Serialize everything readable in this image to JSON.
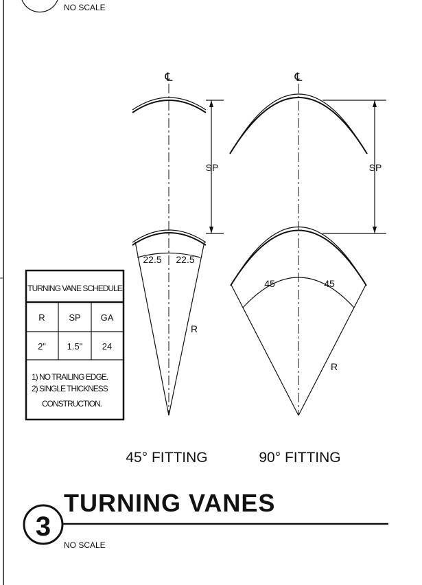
{
  "top_detail": {
    "scale_note": "NO SCALE"
  },
  "fitting_45": {
    "centerline": "℄",
    "dimension_sp": "SP",
    "angle_left": "22.5",
    "angle_right": "22.5",
    "radius": "R",
    "caption": "45° FITTING"
  },
  "fitting_90": {
    "centerline": "℄",
    "dimension_sp": "SP",
    "angle_left": "45",
    "angle_right": "45",
    "radius": "R",
    "caption": "90° FITTING"
  },
  "schedule": {
    "title": "TURNING VANE SCHEDULE",
    "headers": [
      "R",
      "SP",
      "GA"
    ],
    "values": [
      "2\"",
      "1.5\"",
      "24"
    ],
    "notes": [
      "1) NO TRAILING EDGE.",
      "2) SINGLE THICKNESS",
      "CONSTRUCTION."
    ]
  },
  "detail": {
    "number": "3",
    "title": "TURNING VANES",
    "scale_note": "NO SCALE"
  }
}
